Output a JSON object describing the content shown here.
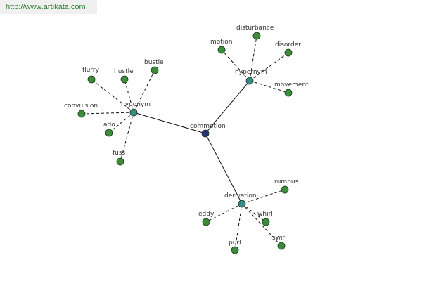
{
  "watermark": {
    "text": "http://www.artikata.com"
  },
  "colors": {
    "center_node": "#2a2f7c",
    "hub_node": "#3b8a8a",
    "leaf_node": "#3c8c3c",
    "node_stroke": "#1a3a1a"
  },
  "graph": {
    "center": "commotion",
    "hubs": [
      {
        "id": "hypernym-right",
        "label": "hypernym",
        "leaves": [
          "disturbance",
          "motion",
          "disorder",
          "movement"
        ]
      },
      {
        "id": "hyponym-left",
        "label": "hyponym",
        "leaves": [
          "flurry",
          "hustle",
          "bustle",
          "convulsion",
          "ado",
          "fuss"
        ]
      },
      {
        "id": "derivation-bottom",
        "label": "derivation",
        "leaves": [
          "rumpus",
          "eddy",
          "whirl",
          "swirl",
          "purl"
        ]
      }
    ]
  }
}
